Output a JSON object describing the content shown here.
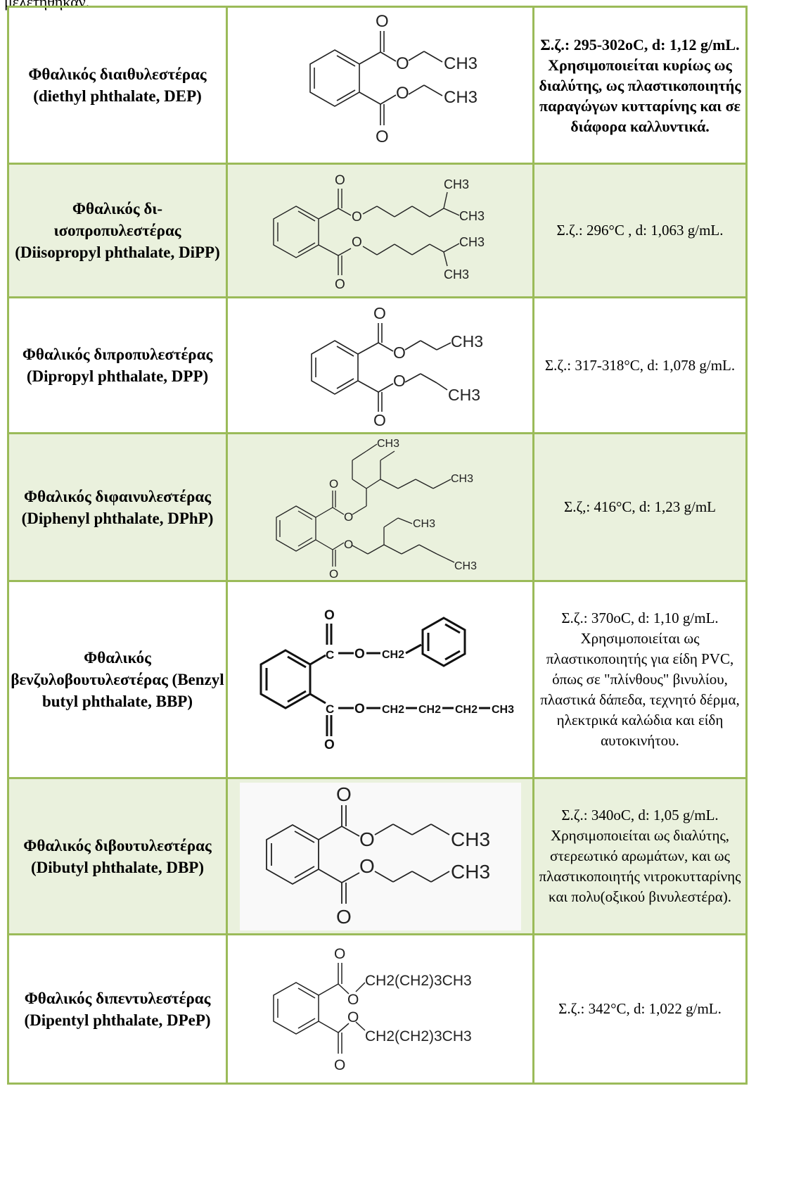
{
  "fragment_text": "μελετηθηκαν.",
  "rows": [
    {
      "name": "Φθαλικός διαιθυλεστέρας (diethyl phthalate, DEP)",
      "properties": "Σ.ζ.: 295-302oC, d: 1,12 g/mL. Χρησιμοποιείται κυρίως ως διαλύτης, ως πλαστικοποιητής παραγώγων κυτταρίνης και σε διάφορα καλλυντικά.",
      "structure_labels": [
        "O",
        "O",
        "CH3",
        "O",
        "CH3",
        "O"
      ]
    },
    {
      "name": "Φθαλικός δι-ισοπροπυλεστέρας (Diisopropyl phthalate, DiPP)",
      "properties": "Σ.ζ.: 296°C , d: 1,063 g/mL.",
      "structure_labels": [
        "O",
        "O",
        "CH3",
        "CH3",
        "O",
        "CH3",
        "CH3",
        "O"
      ]
    },
    {
      "name": "Φθαλικός διπροπυλεστέρας (Dipropyl phthalate, DPP)",
      "properties": "Σ.ζ.: 317-318°C, d: 1,078 g/mL.",
      "structure_labels": [
        "O",
        "O",
        "CH3",
        "O",
        "CH3",
        "O"
      ]
    },
    {
      "name": "Φθαλικός διφαινυλεστέρας (Diphenyl phthalate, DPhP)",
      "properties": "Σ.ζ,: 416°C, d: 1,23 g/mL",
      "structure_labels": [
        "CH3",
        "CH3",
        "O",
        "O",
        "CH3",
        "O",
        "CH3",
        "O"
      ]
    },
    {
      "name": "Φθαλικός βενζυλοβουτυλεστέρας (Benzyl butyl phthalate, BBP)",
      "properties": "Σ.ζ.: 370oC, d: 1,10 g/mL. Χρησιμοποιείται ως πλαστικοποιητής για είδη PVC, όπως σε \"πλίνθους\" βινυλίου, πλαστικά δάπεδα, τεχνητό δέρμα, ηλεκτρικά καλώδια και είδη αυτοκινήτου.",
      "structure_labels": [
        "O",
        "C",
        "O",
        "CH2",
        "C",
        "O",
        "CH2",
        "CH2",
        "CH2",
        "CH3",
        "O"
      ]
    },
    {
      "name": "Φθαλικός διβουτυλεστέρας (Dibutyl phthalate, DBP)",
      "properties": "Σ.ζ.: 340oC, d: 1,05 g/mL. Χρησιμοποιείται ως διαλύτης, στερεωτικό αρωμάτων, και ως πλαστικοποιητής νιτροκυτταρίνης και πολυ(οξικού βινυλεστέρα).",
      "structure_labels": [
        "O",
        "O",
        "CH3",
        "O",
        "CH3",
        "O"
      ]
    },
    {
      "name": "Φθαλικός διπεντυλεστέρας (Dipentyl phthalate, DPeP)",
      "properties": "Σ.ζ.: 342°C, d: 1,022 g/mL.",
      "structure_labels": [
        "O",
        "O",
        "CH2(CH2)3CH3",
        "O",
        "CH2(CH2)3CH3",
        "O"
      ]
    }
  ]
}
